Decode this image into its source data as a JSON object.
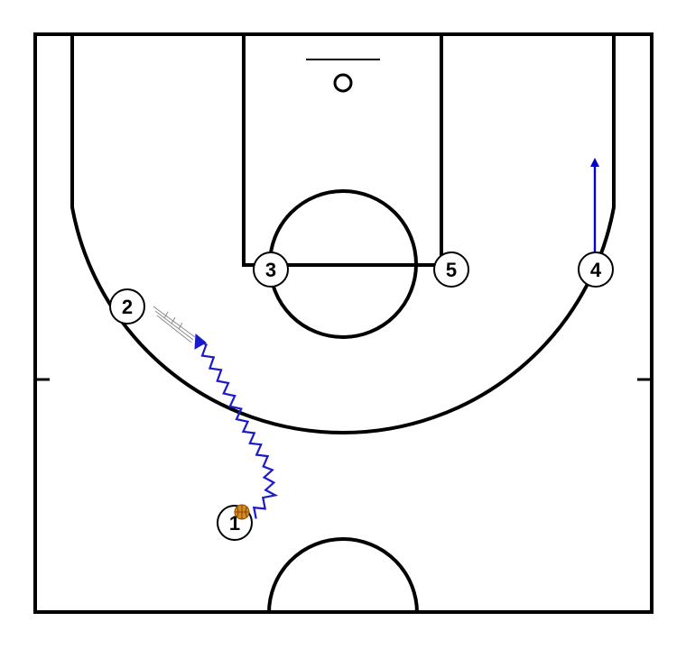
{
  "colors": {
    "court_lines": "#000000",
    "dribble": "#1a1acc",
    "cut": "#0000cc",
    "screen": "#8a8a8a",
    "ball": "#d9881e",
    "background": "#ffffff"
  },
  "players": [
    {
      "label": "1",
      "has_ball": true
    },
    {
      "label": "2",
      "has_ball": false
    },
    {
      "label": "3",
      "has_ball": false
    },
    {
      "label": "4",
      "has_ball": false
    },
    {
      "label": "5",
      "has_ball": false
    }
  ],
  "actions": [
    {
      "type": "dribble",
      "by": "1"
    },
    {
      "type": "cut",
      "by": "4"
    },
    {
      "type": "screen",
      "by": "2"
    }
  ],
  "icons": {
    "ball": "basketball-icon"
  }
}
